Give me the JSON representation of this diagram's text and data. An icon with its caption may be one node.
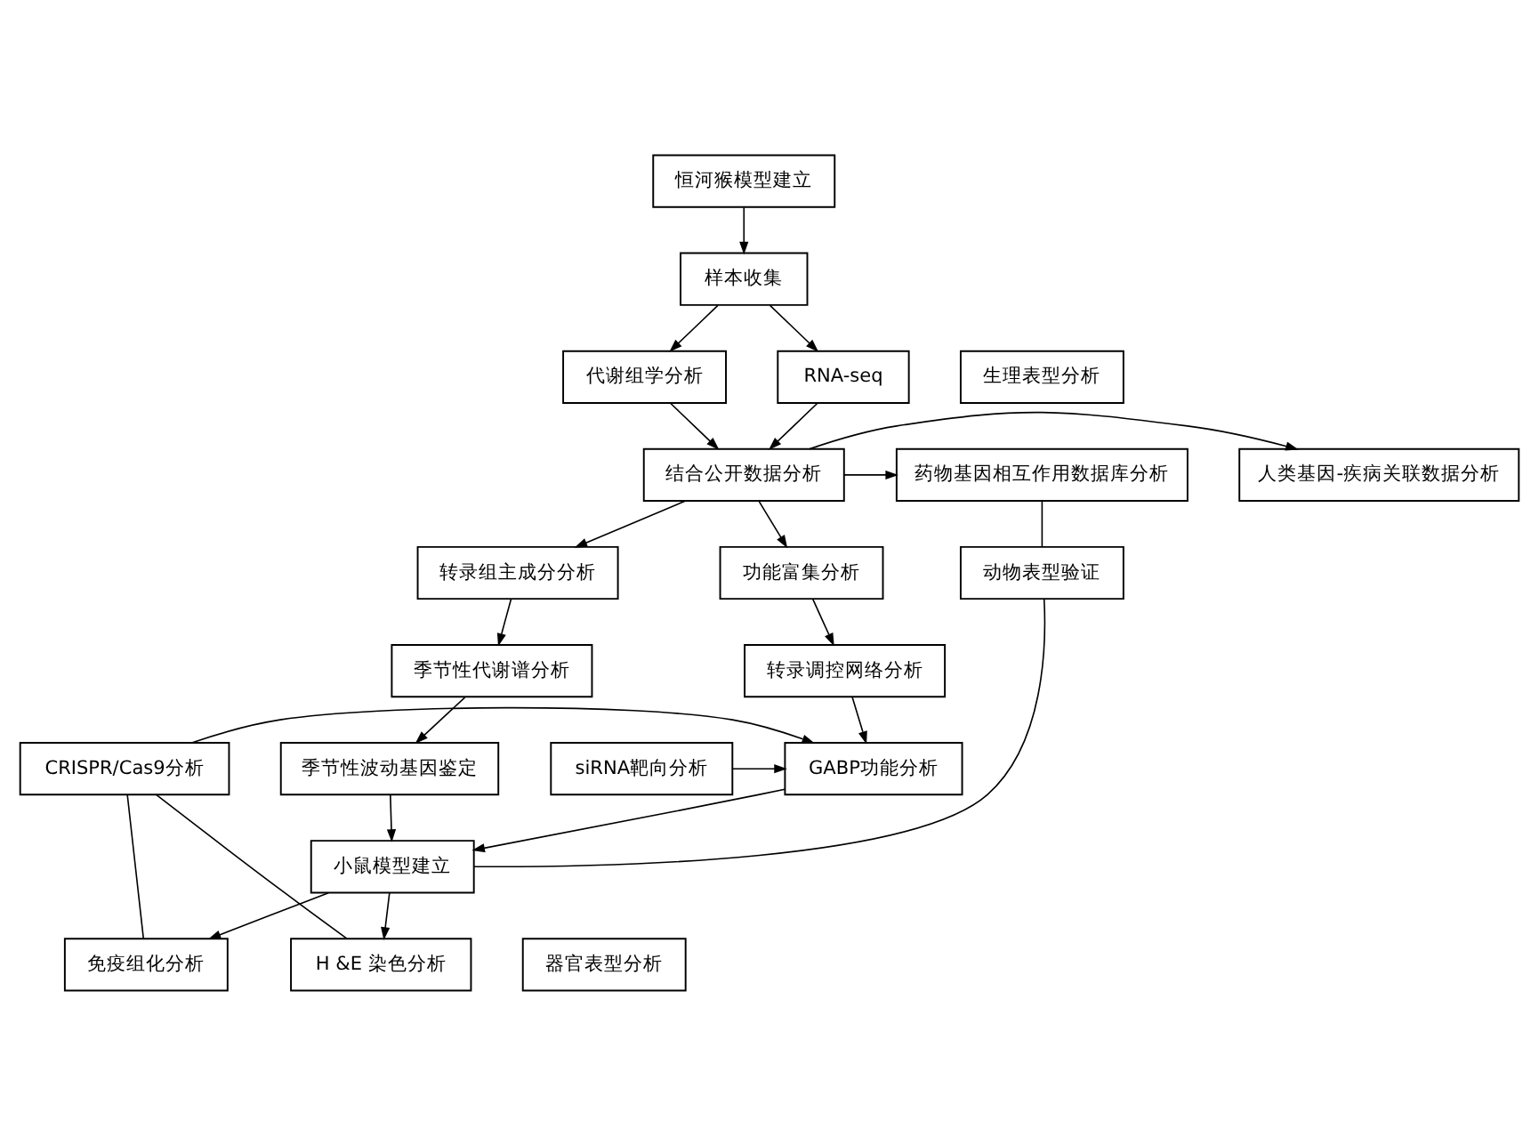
{
  "diagram": {
    "nodes": [
      {
        "text": [
          "恒河猴模型建立"
        ]
      },
      {
        "text": [
          "样本收集"
        ]
      },
      {
        "text": [
          "代谢组学分析"
        ]
      },
      {
        "text": [
          "生理表型分析"
        ]
      },
      {
        "text": [
          "RNA-seq"
        ]
      },
      {
        "text": [
          "药物基因相互作用数据库分析"
        ]
      },
      {
        "text": [
          "结合公开数据分析"
        ]
      },
      {
        "text": [
          "人类基因-疾病关联数据分析"
        ]
      },
      {
        "text": [
          "动物表型验证"
        ]
      },
      {
        "text": [
          "转录组主成分分析"
        ]
      },
      {
        "text": [
          "功能富集分析"
        ]
      },
      {
        "text": [
          "季节性代谢谱分析"
        ]
      },
      {
        "text": [
          "转录调控网络分析"
        ]
      },
      {
        "text": [
          "季节性波动基因鉴定"
        ]
      },
      {
        "text": [
          "GABP功能分析"
        ]
      },
      {
        "text": [
          "siRNA靶向分析"
        ]
      },
      {
        "text": [
          "CRISPR/Cas9分析"
        ]
      },
      {
        "text": [
          "小鼠模型建立"
        ]
      },
      {
        "text": [
          "免疫组化分析"
        ]
      },
      {
        "text": [
          "器官表型分析"
        ]
      },
      {
        "text": [
          "H &E 染色分析"
        ]
      }
    ],
    "edges": [
      {
        "from": 0,
        "to": 1,
        "arrow": "to"
      },
      {
        "from": 1,
        "to": 2,
        "arrow": "to"
      },
      {
        "from": 1,
        "to": 4,
        "arrow": "to"
      },
      {
        "from": 2,
        "to": 6,
        "arrow": "to"
      },
      {
        "from": 4,
        "to": 6,
        "arrow": "to"
      },
      {
        "from": 6,
        "to": 5,
        "arrow": "to"
      },
      {
        "from": 6,
        "to": 7,
        "arrow": "to"
      },
      {
        "from": 5,
        "to": 8,
        "arrow": "none"
      },
      {
        "from": 8,
        "to": 17,
        "arrow": "none"
      },
      {
        "from": 6,
        "to": 9,
        "arrow": "to"
      },
      {
        "from": 6,
        "to": 10,
        "arrow": "to"
      },
      {
        "from": 9,
        "to": 11,
        "arrow": "to"
      },
      {
        "from": 11,
        "to": 13,
        "arrow": "to"
      },
      {
        "from": 10,
        "to": 12,
        "arrow": "to"
      },
      {
        "from": 12,
        "to": 14,
        "arrow": "to"
      },
      {
        "from": 15,
        "to": 14,
        "arrow": "to"
      },
      {
        "from": 16,
        "to": 14,
        "arrow": "to"
      },
      {
        "from": 13,
        "to": 17,
        "arrow": "to"
      },
      {
        "from": 14,
        "to": 17,
        "arrow": "to"
      },
      {
        "from": 17,
        "to": 18,
        "arrow": "to"
      },
      {
        "from": 17,
        "to": 20,
        "arrow": "to"
      },
      {
        "from": 18,
        "to": 16,
        "arrow": "none"
      },
      {
        "from": 20,
        "to": 16,
        "arrow": "none"
      }
    ]
  }
}
